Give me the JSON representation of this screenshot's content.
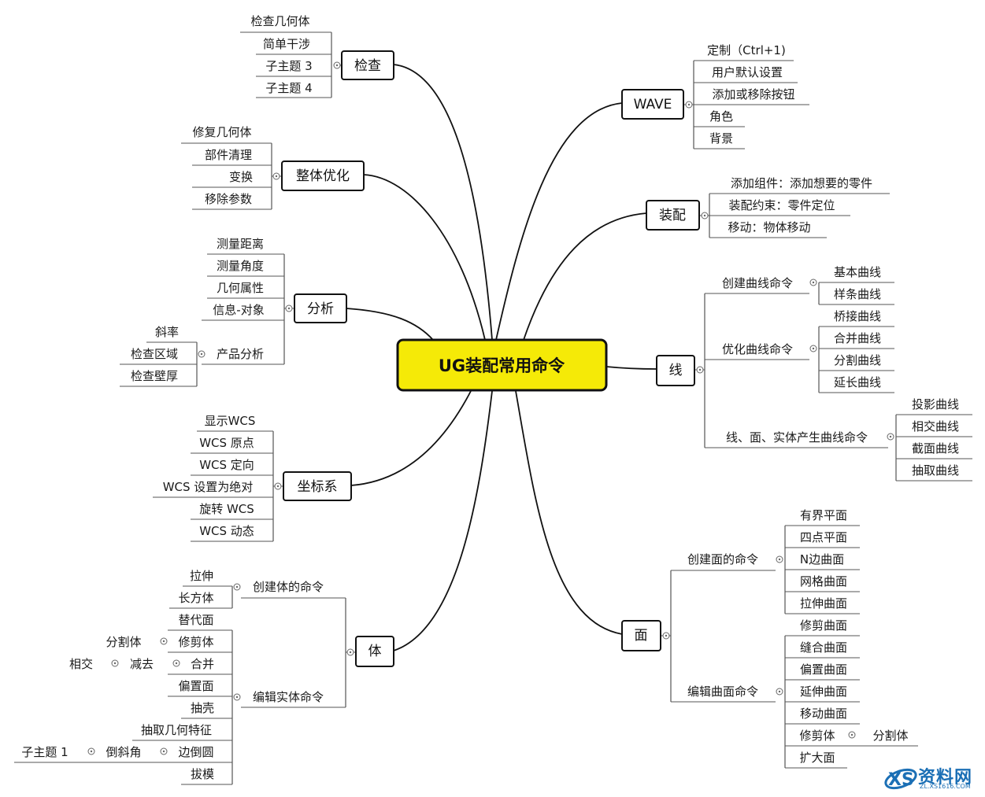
{
  "center": "UG装配常用命令",
  "branches": {
    "check": {
      "label": "检查",
      "items": [
        "检查几何体",
        "简单干涉",
        "子主题 3",
        "子主题 4"
      ]
    },
    "optimize": {
      "label": "整体优化",
      "items": [
        "修复几何体",
        "部件清理",
        "变换",
        "移除参数"
      ]
    },
    "analysis": {
      "label": "分析",
      "items": [
        "测量距离",
        "测量角度",
        "几何属性",
        "信息-对象"
      ],
      "product": {
        "label": "产品分析",
        "items": [
          "斜率",
          "检查区域",
          "检查壁厚"
        ]
      }
    },
    "coord": {
      "label": "坐标系",
      "items": [
        "显示WCS",
        "WCS 原点",
        "WCS 定向",
        "WCS 设置为绝对",
        "旋转 WCS",
        "WCS 动态"
      ]
    },
    "body": {
      "label": "体",
      "create": {
        "label": "创建体的命令",
        "items": [
          "拉伸",
          "长方体"
        ]
      },
      "edit": {
        "label": "编辑实体命令",
        "items": [
          "替代面",
          "修剪体",
          "合并",
          "偏置面",
          "抽壳",
          "抽取几何特征",
          "边倒圆",
          "拔模"
        ],
        "trim_sub": "分割体",
        "merge_sub": "减去",
        "merge_sub2": "相交",
        "round_sub": "倒斜角",
        "round_sub2": "子主题 1"
      }
    },
    "wave": {
      "label": "WAVE",
      "items": [
        "定制（Ctrl+1)",
        "用户默认设置",
        "添加或移除按钮",
        "角色",
        "背景"
      ]
    },
    "assembly": {
      "label": "装配",
      "items": [
        "添加组件：添加想要的零件",
        "装配约束：零件定位",
        "移动：物体移动"
      ]
    },
    "line": {
      "label": "线",
      "create": {
        "label": "创建曲线命令",
        "items": [
          "基本曲线",
          "样条曲线"
        ]
      },
      "optimize": {
        "label": "优化曲线命令",
        "items": [
          "桥接曲线",
          "合并曲线",
          "分割曲线",
          "延长曲线"
        ]
      },
      "produce": {
        "label": "线、面、实体产生曲线命令",
        "items": [
          "投影曲线",
          "相交曲线",
          "截面曲线",
          "抽取曲线"
        ]
      }
    },
    "face": {
      "label": "面",
      "create": {
        "label": "创建面的命令",
        "items": [
          "有界平面",
          "四点平面",
          "N边曲面",
          "网格曲面",
          "拉伸曲面"
        ]
      },
      "edit": {
        "label": "编辑曲面命令",
        "items": [
          "修剪曲面",
          "缝合曲面",
          "偏置曲面",
          "延伸曲面",
          "移动曲面",
          "修剪体",
          "扩大面"
        ],
        "trim_sub": "分割体"
      }
    }
  },
  "watermark": {
    "main": "资料网",
    "sub": "ZL.XS1616.COM"
  }
}
